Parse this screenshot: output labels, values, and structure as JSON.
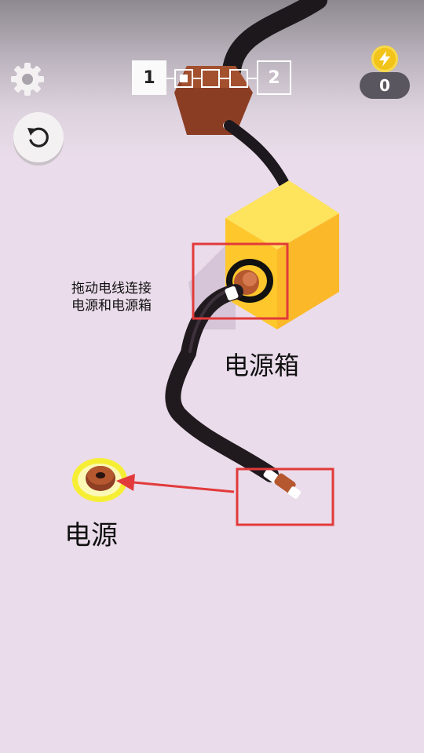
{
  "hud": {
    "level_current": "1",
    "level_next": "2",
    "coins": "0",
    "steps": [
      {
        "state": "done"
      },
      {
        "state": "todo"
      },
      {
        "state": "todo"
      }
    ],
    "icons": {
      "settings": "gear-icon",
      "restart": "restart-icon",
      "coin": "lightning-coin-icon"
    }
  },
  "annotations": {
    "hint_line1": "拖动电线连接",
    "hint_line2": "电源和电源箱",
    "power_box_label": "电源箱",
    "power_source_label": "电源"
  },
  "colors": {
    "background": "#eadcea",
    "box_yellow": "#fecb2e",
    "cable": "#1f1a1e",
    "copper": "#b5582f",
    "highlight_red": "#e23a3a",
    "coin_gold": "#f2c318"
  }
}
